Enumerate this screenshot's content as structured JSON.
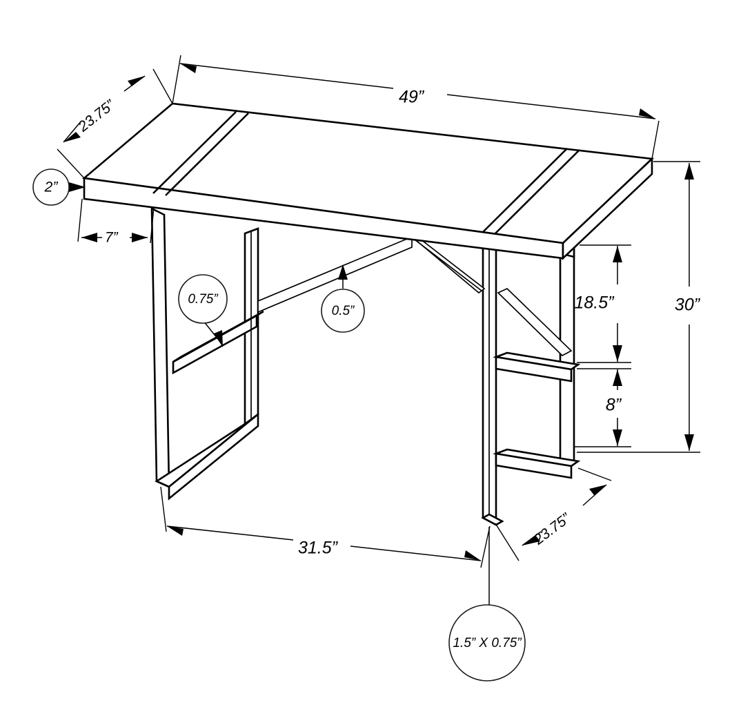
{
  "drawing": {
    "title": "Desk Dimensioned Isometric Drawing",
    "subject": "writing desk with metal frame legs",
    "unit_symbol": "”",
    "background_color": "#ffffff",
    "line_color": "#000000"
  },
  "dimensions": {
    "top_width": "49”",
    "top_depth_left": "23.75”",
    "top_thickness": "2”",
    "top_overhang": "7”",
    "leg_span_front": "31.5”",
    "leg_depth_right": "23.75”",
    "total_height": "30”",
    "upper_opening_height": "18.5”",
    "lower_opening_height": "8”"
  },
  "callouts": {
    "top_thickness": "2”",
    "frame_tube_left": "0.75”",
    "brace_thickness": "0.5”",
    "leg_profile": "1.5” X 0.75”"
  },
  "labels": [
    {
      "id": "top-width",
      "text": "49”"
    },
    {
      "id": "top-depth-left",
      "text": "23.75”"
    },
    {
      "id": "top-thickness",
      "text": "2”"
    },
    {
      "id": "top-overhang",
      "text": "7”"
    },
    {
      "id": "frame-tube",
      "text": "0.75”"
    },
    {
      "id": "brace",
      "text": "0.5”"
    },
    {
      "id": "upper-opening",
      "text": "18.5”"
    },
    {
      "id": "lower-opening",
      "text": "8”"
    },
    {
      "id": "total-height",
      "text": "30”"
    },
    {
      "id": "leg-span",
      "text": "31.5”"
    },
    {
      "id": "leg-depth",
      "text": "23.75”"
    },
    {
      "id": "leg-profile",
      "text": "1.5” X 0.75”"
    }
  ]
}
